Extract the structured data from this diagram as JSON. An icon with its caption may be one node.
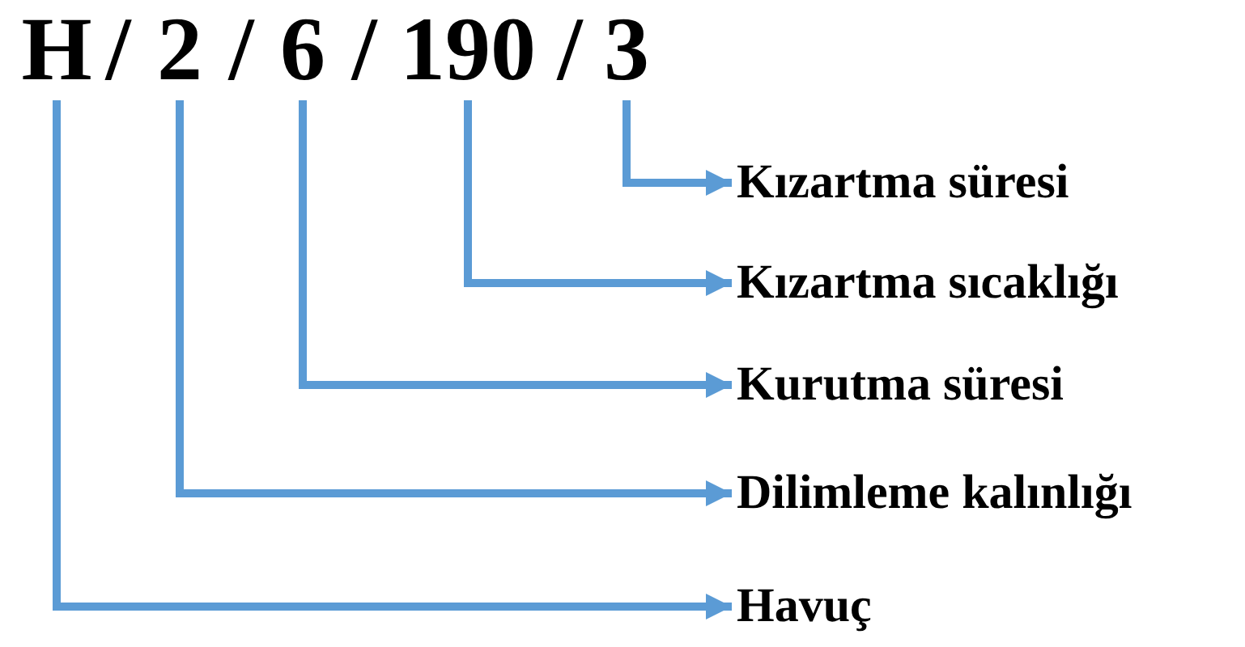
{
  "diagram": {
    "nodes": [
      {
        "text": [
          "H"
        ]
      },
      {
        "text": [
          "2"
        ]
      },
      {
        "text": [
          "6"
        ]
      },
      {
        "text": [
          "190"
        ]
      },
      {
        "text": [
          "3"
        ]
      },
      {
        "text": [
          "Kızartma süresi"
        ]
      },
      {
        "text": [
          "Kızartma sıcaklığı"
        ]
      },
      {
        "text": [
          "Kurutma süresi"
        ]
      },
      {
        "text": [
          "Dilimleme kalınlığı"
        ]
      },
      {
        "text": [
          "Havuç"
        ]
      }
    ],
    "edges": [
      {
        "from": 4,
        "to": 5,
        "arrow": "to"
      },
      {
        "from": 3,
        "to": 6,
        "arrow": "to"
      },
      {
        "from": 2,
        "to": 7,
        "arrow": "to"
      },
      {
        "from": 1,
        "to": 8,
        "arrow": "to"
      },
      {
        "from": 0,
        "to": 9,
        "arrow": "to"
      }
    ],
    "labels": [
      "/",
      "/",
      "/",
      "/"
    ]
  }
}
